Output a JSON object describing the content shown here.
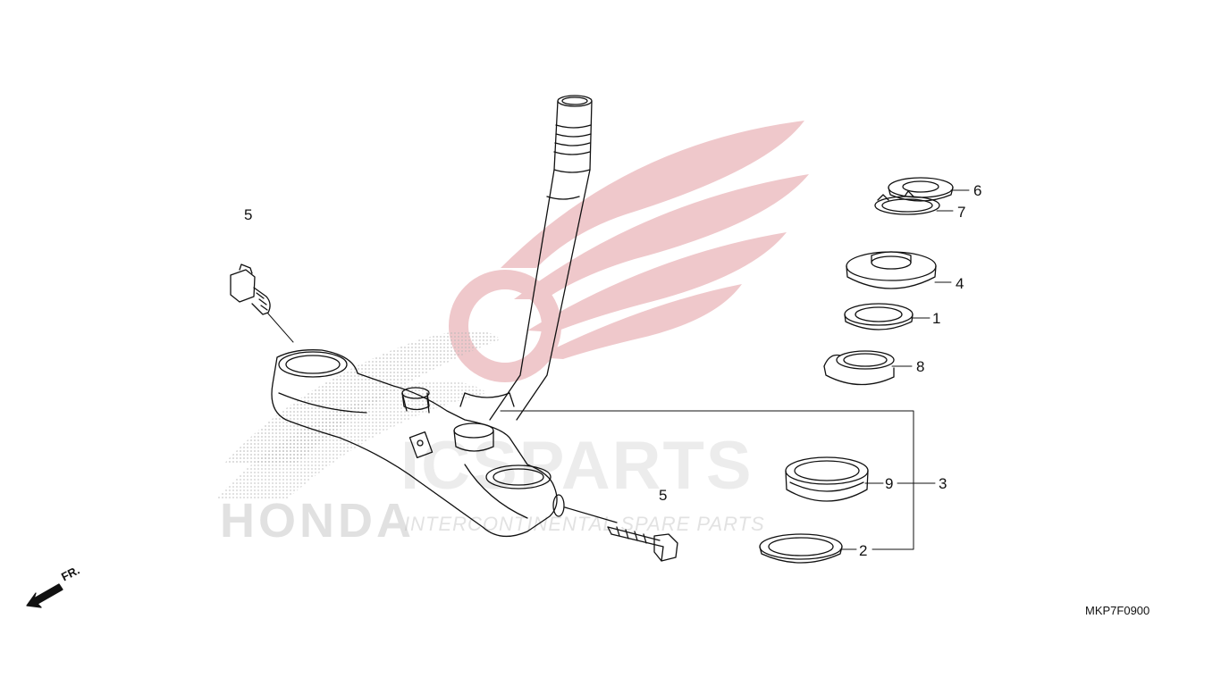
{
  "diagram": {
    "code": "MKP7F0900",
    "front_label": "FR.",
    "watermark": {
      "brand": "HONDA",
      "main": "ICSPARTS",
      "sub": "INTERCONTINENTAL SPARE PARTS"
    },
    "callouts": [
      {
        "id": "c5a",
        "label": "5"
      },
      {
        "id": "c6",
        "label": "6"
      },
      {
        "id": "c7",
        "label": "7"
      },
      {
        "id": "c4",
        "label": "4"
      },
      {
        "id": "c1",
        "label": "1"
      },
      {
        "id": "c8",
        "label": "8"
      },
      {
        "id": "c9",
        "label": "9"
      },
      {
        "id": "c3",
        "label": "3"
      },
      {
        "id": "c5b",
        "label": "5"
      },
      {
        "id": "c2",
        "label": "2"
      }
    ],
    "colors": {
      "line": "#111111",
      "watermark_red": "#e8b4b8"
    }
  }
}
